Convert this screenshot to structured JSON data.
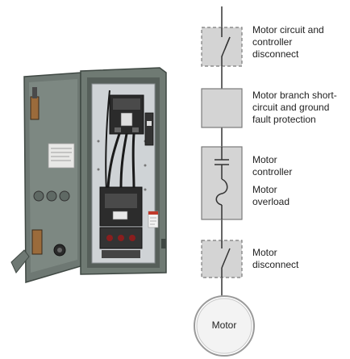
{
  "labels": {
    "disconnect_1": "Motor circuit and controller disconnect",
    "branch_protection": "Motor branch short-circuit and ground fault protection",
    "controller": "Motor controller",
    "overload": "Motor overload",
    "disconnect_2": "Motor disconnect",
    "motor": "Motor"
  },
  "colors": {
    "enclosure": "#6f7a73",
    "enclosure_dark": "#3f4843",
    "panel": "#cfd3d6",
    "box_fill": "#d4d4d4",
    "box_stroke": "#7a7a7a",
    "wire": "#333333"
  }
}
